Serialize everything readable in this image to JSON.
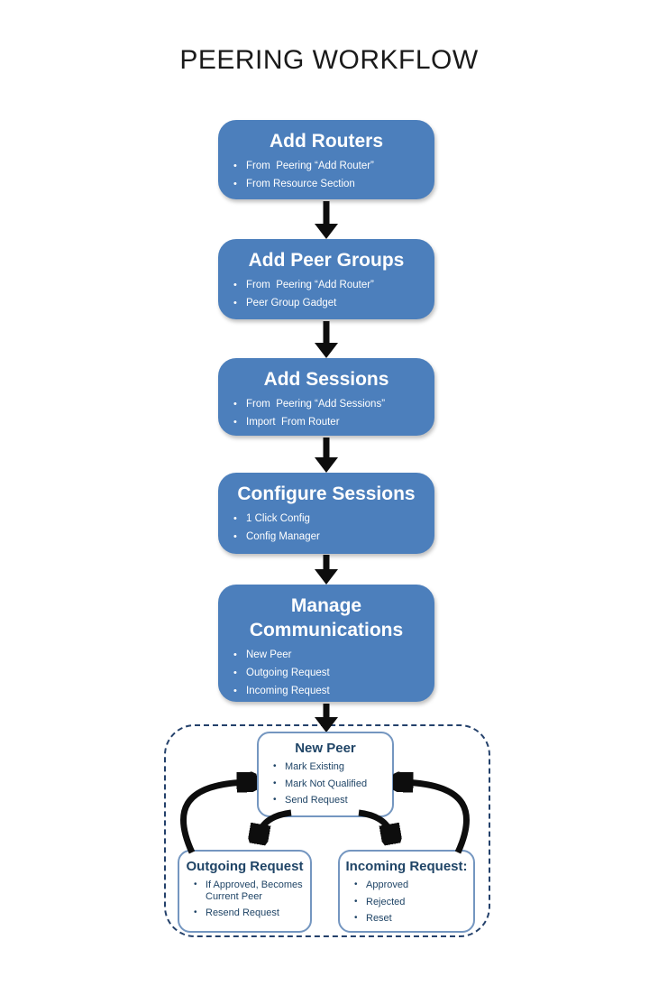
{
  "title": "PEERING WORKFLOW",
  "bullet_char": "•",
  "colors": {
    "flow_box_fill": "#4c7fbc",
    "flow_box_text": "#ffffff",
    "detail_text": "#1f4466",
    "detail_box_border": "#7496c0",
    "dashed_border": "#24416b",
    "arrow": "#0d0d0d",
    "title_text": "#1a1a1a"
  },
  "icons": {
    "down_arrow": "↓",
    "curved_arrow": "⤵"
  },
  "flow_boxes": [
    {
      "title": "Add Routers",
      "bullets": [
        "From  Peering “Add Router”",
        "From Resource Section"
      ]
    },
    {
      "title": "Add Peer Groups",
      "bullets": [
        "From  Peering “Add Router”",
        "Peer Group Gadget"
      ]
    },
    {
      "title": "Add Sessions",
      "bullets": [
        "From  Peering “Add Sessions”",
        "Import  From Router"
      ]
    },
    {
      "title": "Configure Sessions",
      "bullets": [
        "1 Click Config",
        "Config Manager"
      ]
    },
    {
      "title": "Manage Communications",
      "bullets": [
        "New Peer",
        "Outgoing Request",
        "Incoming Request"
      ]
    }
  ],
  "detail_boxes": {
    "new_peer": {
      "title": "New Peer",
      "bullets": [
        "Mark Existing",
        "Mark Not Qualified",
        "Send Request"
      ]
    },
    "outgoing": {
      "title": "Outgoing Request",
      "bullets": [
        "If Approved, Becomes Current Peer",
        "Resend Request"
      ]
    },
    "incoming": {
      "title": "Incoming Request:",
      "bullets": [
        "Approved",
        "Rejected",
        "Reset"
      ]
    }
  }
}
